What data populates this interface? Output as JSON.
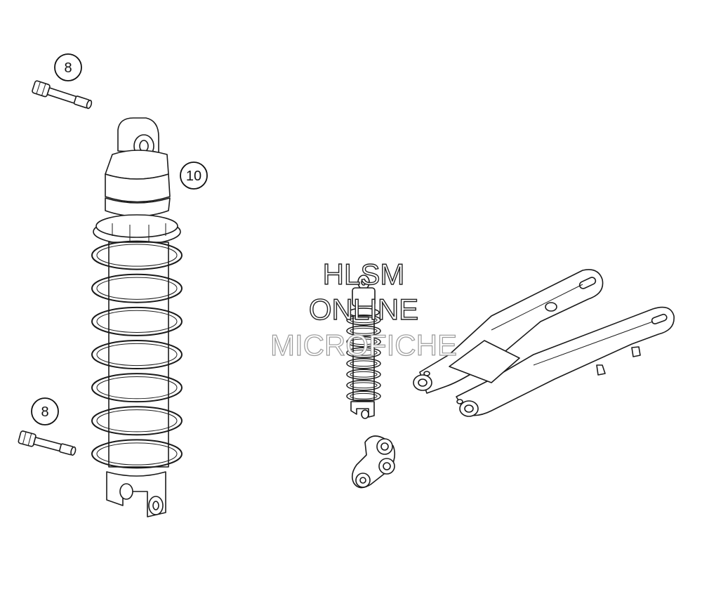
{
  "callouts": {
    "bolt_top": "8",
    "shock_absorber": "10",
    "bolt_bottom": "8"
  },
  "watermark": {
    "line1": "HLSM",
    "line2": "ONLINE",
    "line3": "MICROFICHE"
  }
}
